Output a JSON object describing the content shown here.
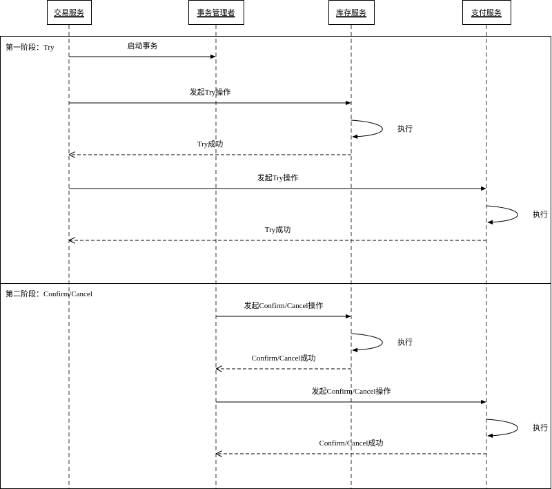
{
  "participants": [
    {
      "id": "trade",
      "label": "交易服务"
    },
    {
      "id": "tm",
      "label": "事务管理者"
    },
    {
      "id": "stock",
      "label": "库存服务"
    },
    {
      "id": "pay",
      "label": "支付服务"
    }
  ],
  "phases": [
    {
      "label": "第一阶段：Try"
    },
    {
      "label": "第二阶段：Confirm/Cancel"
    }
  ],
  "messages": [
    {
      "from": "trade",
      "to": "tm",
      "label": "启动事务",
      "style": "sync"
    },
    {
      "from": "trade",
      "to": "stock",
      "label": "发起Try操作",
      "style": "sync"
    },
    {
      "from": "stock",
      "to": "stock",
      "label": "执行",
      "style": "self"
    },
    {
      "from": "stock",
      "to": "trade",
      "label": "Try成功",
      "style": "reply"
    },
    {
      "from": "trade",
      "to": "pay",
      "label": "发起Try操作",
      "style": "sync"
    },
    {
      "from": "pay",
      "to": "pay",
      "label": "执行",
      "style": "self"
    },
    {
      "from": "pay",
      "to": "trade",
      "label": "Try成功",
      "style": "reply"
    },
    {
      "from": "tm",
      "to": "stock",
      "label": "发起Confirm/Cancel操作",
      "style": "sync"
    },
    {
      "from": "stock",
      "to": "stock",
      "label": "执行",
      "style": "self"
    },
    {
      "from": "stock",
      "to": "tm",
      "label": "Confirm/Cancel成功",
      "style": "reply"
    },
    {
      "from": "tm",
      "to": "pay",
      "label": "发起Confirm/Cancel操作",
      "style": "sync"
    },
    {
      "from": "pay",
      "to": "pay",
      "label": "执行",
      "style": "self"
    },
    {
      "from": "pay",
      "to": "tm",
      "label": "Confirm/Cancel成功",
      "style": "reply"
    }
  ]
}
